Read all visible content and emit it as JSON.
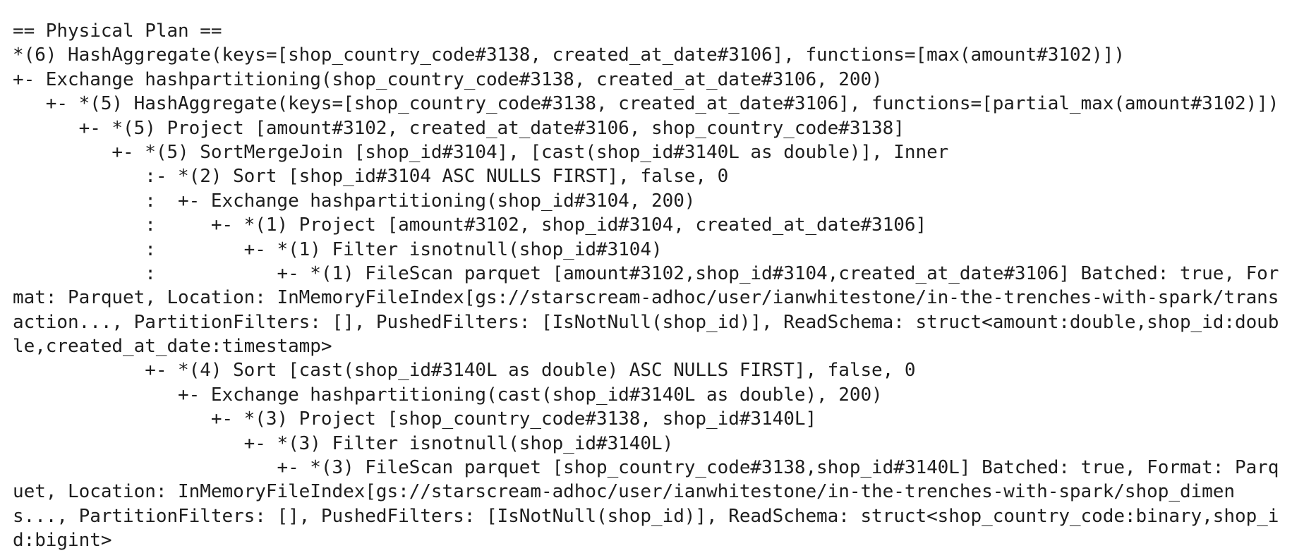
{
  "output": {
    "title": "== Physical Plan ==",
    "lines": [
      "== Physical Plan ==",
      "*(6) HashAggregate(keys=[shop_country_code#3138, created_at_date#3106], functions=[max(amount#3102)])",
      "+- Exchange hashpartitioning(shop_country_code#3138, created_at_date#3106, 200)",
      "   +- *(5) HashAggregate(keys=[shop_country_code#3138, created_at_date#3106], functions=[partial_max(amount#3102)])",
      "      +- *(5) Project [amount#3102, created_at_date#3106, shop_country_code#3138]",
      "         +- *(5) SortMergeJoin [shop_id#3104], [cast(shop_id#3140L as double)], Inner",
      "            :- *(2) Sort [shop_id#3104 ASC NULLS FIRST], false, 0",
      "            :  +- Exchange hashpartitioning(shop_id#3104, 200)",
      "            :     +- *(1) Project [amount#3102, shop_id#3104, created_at_date#3106]",
      "            :        +- *(1) Filter isnotnull(shop_id#3104)",
      "            :           +- *(1) FileScan parquet [amount#3102,shop_id#3104,created_at_date#3106] Batched: true, For",
      "mat: Parquet, Location: InMemoryFileIndex[gs://starscream-adhoc/user/ianwhitestone/in-the-trenches-with-spark/trans",
      "action..., PartitionFilters: [], PushedFilters: [IsNotNull(shop_id)], ReadSchema: struct<amount:double,shop_id:doub",
      "le,created_at_date:timestamp>",
      "            +- *(4) Sort [cast(shop_id#3140L as double) ASC NULLS FIRST], false, 0",
      "               +- Exchange hashpartitioning(cast(shop_id#3140L as double), 200)",
      "                  +- *(3) Project [shop_country_code#3138, shop_id#3140L]",
      "                     +- *(3) Filter isnotnull(shop_id#3140L)",
      "                        +- *(3) FileScan parquet [shop_country_code#3138,shop_id#3140L] Batched: true, Format: Parq",
      "uet, Location: InMemoryFileIndex[gs://starscream-adhoc/user/ianwhitestone/in-the-trenches-with-spark/shop_dimen",
      "s..., PartitionFilters: [], PushedFilters: [IsNotNull(shop_id)], ReadSchema: struct<shop_country_code:binary,shop_i",
      "d:bigint>"
    ]
  },
  "colors": {
    "background": "#ffffff",
    "text": "#1e1e1e"
  }
}
